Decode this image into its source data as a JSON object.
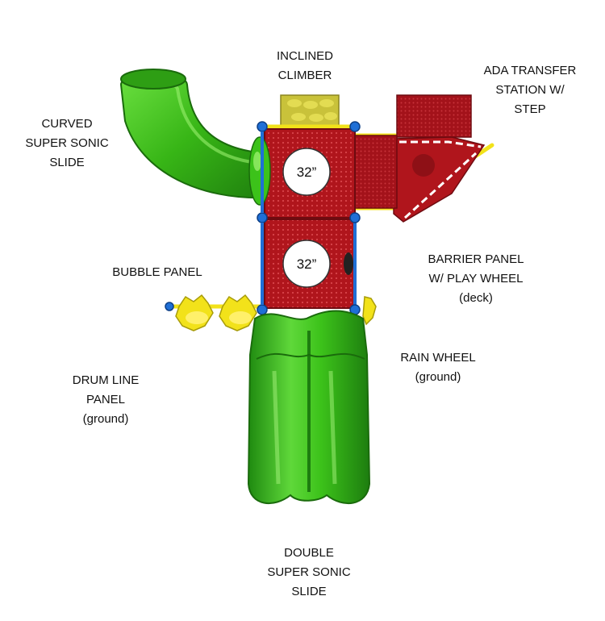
{
  "labels": {
    "inclined_climber": [
      "INCLINED",
      "CLIMBER"
    ],
    "ada_transfer": [
      "ADA TRANSFER",
      "STATION W/",
      "STEP"
    ],
    "curved_slide": [
      "CURVED",
      "SUPER SONIC",
      "SLIDE"
    ],
    "bubble_panel": [
      "BUBBLE PANEL"
    ],
    "barrier_panel": [
      "BARRIER PANEL",
      "W/ PLAY WHEEL",
      "(deck)"
    ],
    "drum_line": [
      "DRUM LINE",
      "PANEL",
      "(ground)"
    ],
    "rain_wheel": [
      "RAIN WHEEL",
      "(ground)"
    ],
    "double_slide": [
      "DOUBLE",
      "SUPER SONIC",
      "SLIDE"
    ]
  },
  "decks": {
    "upper_size": "32”",
    "lower_size": "32”"
  },
  "colors": {
    "deck_red": "#b0151c",
    "slide_green": "#3cc21a",
    "post_blue": "#1f6fd6",
    "rail_yellow": "#f2e21a",
    "climber_olive": "#c9c23a"
  }
}
